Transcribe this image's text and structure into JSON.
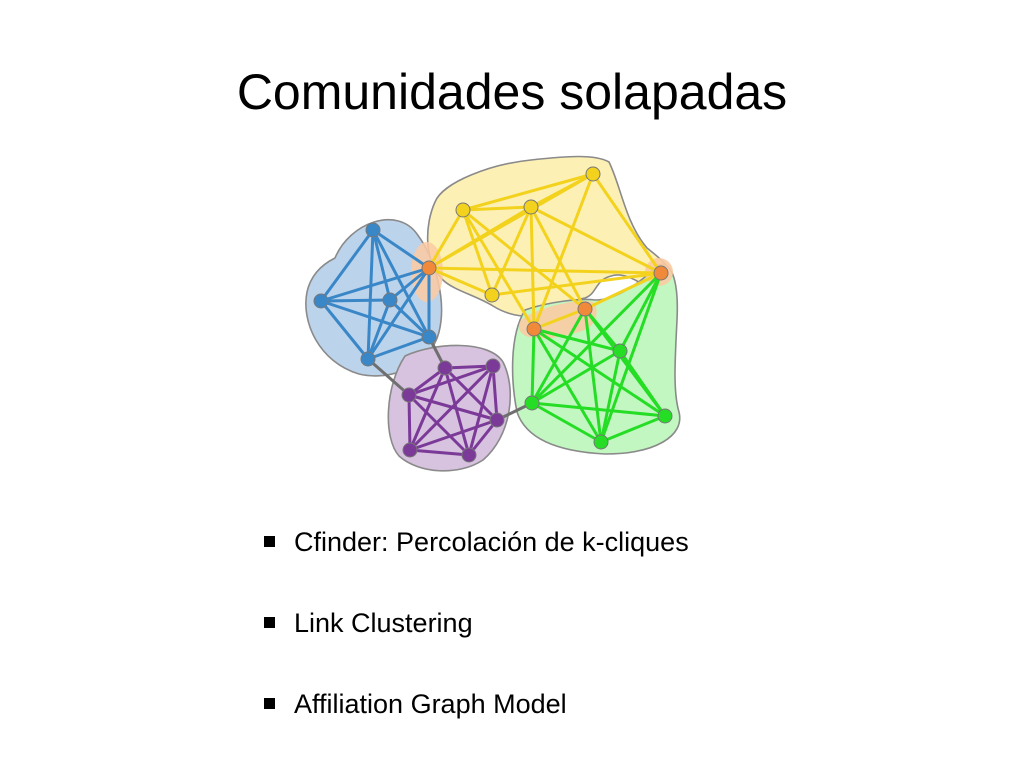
{
  "slide": {
    "title": "Comunidades solapadas"
  },
  "bullets": [
    {
      "text": "Cfinder: Percolación de k-cliques"
    },
    {
      "text": "Link Clustering"
    },
    {
      "text": "Affiliation Graph Model"
    }
  ],
  "colors": {
    "blue_node": "#3a87c8",
    "blue_edge": "#3a87c8",
    "blue_region": "#bcd3ec",
    "yellow_node": "#f3d21e",
    "yellow_edge": "#f3d21e",
    "yellow_region": "#fdf0b4",
    "green_node": "#25dd25",
    "green_edge": "#25dd25",
    "green_region": "#c2f7c2",
    "purple_node": "#7b3a98",
    "purple_edge": "#7b3a98",
    "purple_region": "#d7c2df",
    "orange_node": "#f08a3a",
    "orange_region": "#fbcaa2",
    "bridge_edge": "#6f6f6f"
  }
}
